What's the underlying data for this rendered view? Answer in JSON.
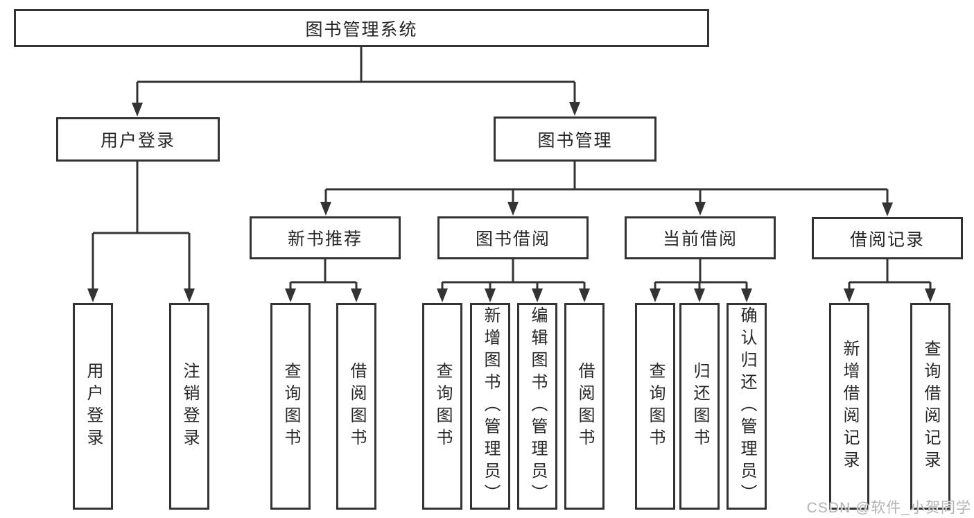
{
  "tree": {
    "root": {
      "label": "图书管理系统"
    },
    "branches": [
      {
        "label": "用户登录",
        "children": [
          {
            "label": "用户登录"
          },
          {
            "label": "注销登录"
          }
        ]
      },
      {
        "label": "图书管理",
        "children": [
          {
            "label": "新书推荐",
            "children": [
              {
                "label": "查询图书"
              },
              {
                "label": "借阅图书"
              }
            ]
          },
          {
            "label": "图书借阅",
            "children": [
              {
                "label": "查询图书"
              },
              {
                "label": "新增图书（管理员）"
              },
              {
                "label": "编辑图书（管理员）"
              },
              {
                "label": "借阅图书"
              }
            ]
          },
          {
            "label": "当前借阅",
            "children": [
              {
                "label": "查询图书"
              },
              {
                "label": "归还图书"
              },
              {
                "label": "确认归还（管理员）"
              }
            ]
          },
          {
            "label": "借阅记录",
            "children": [
              {
                "label": "新增借阅记录"
              },
              {
                "label": "查询借阅记录"
              }
            ]
          }
        ]
      }
    ]
  },
  "watermark": {
    "text": "CSDN @软件_小贺同学"
  },
  "colors": {
    "line": "#333333",
    "box_border": "#333333",
    "text": "#262626",
    "watermark": "#b3b3b3",
    "background": "#ffffff"
  }
}
